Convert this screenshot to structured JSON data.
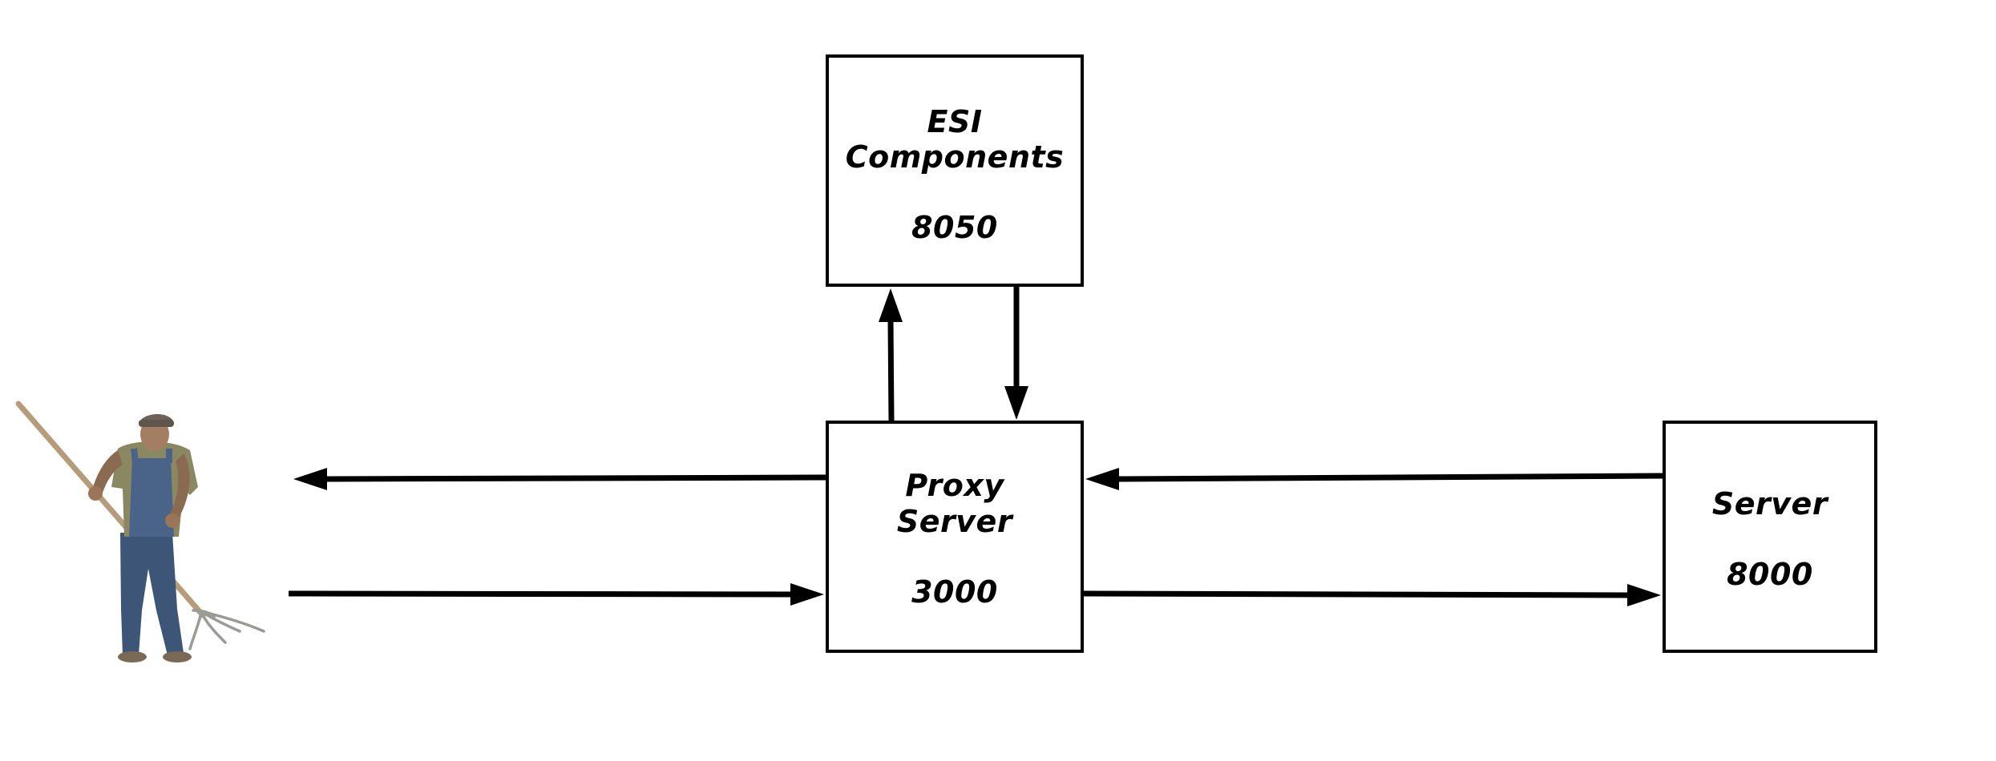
{
  "diagram": {
    "nodes": {
      "esi": {
        "line1": "ESI",
        "line2": "Components",
        "port": "8050"
      },
      "proxy": {
        "line1": "Proxy",
        "line2": "Server",
        "port": "3000"
      },
      "server": {
        "line1": "Server",
        "port": "8000"
      }
    },
    "edges": [
      {
        "from": "proxy",
        "to": "esi"
      },
      {
        "from": "esi",
        "to": "proxy"
      },
      {
        "from": "proxy",
        "to": "user"
      },
      {
        "from": "user",
        "to": "proxy"
      },
      {
        "from": "server",
        "to": "proxy"
      },
      {
        "from": "proxy",
        "to": "server"
      }
    ],
    "user_figure": {
      "icon": "farmer-with-pitchfork-icon"
    },
    "colors": {
      "line": "#000000",
      "background": "#ffffff"
    }
  }
}
